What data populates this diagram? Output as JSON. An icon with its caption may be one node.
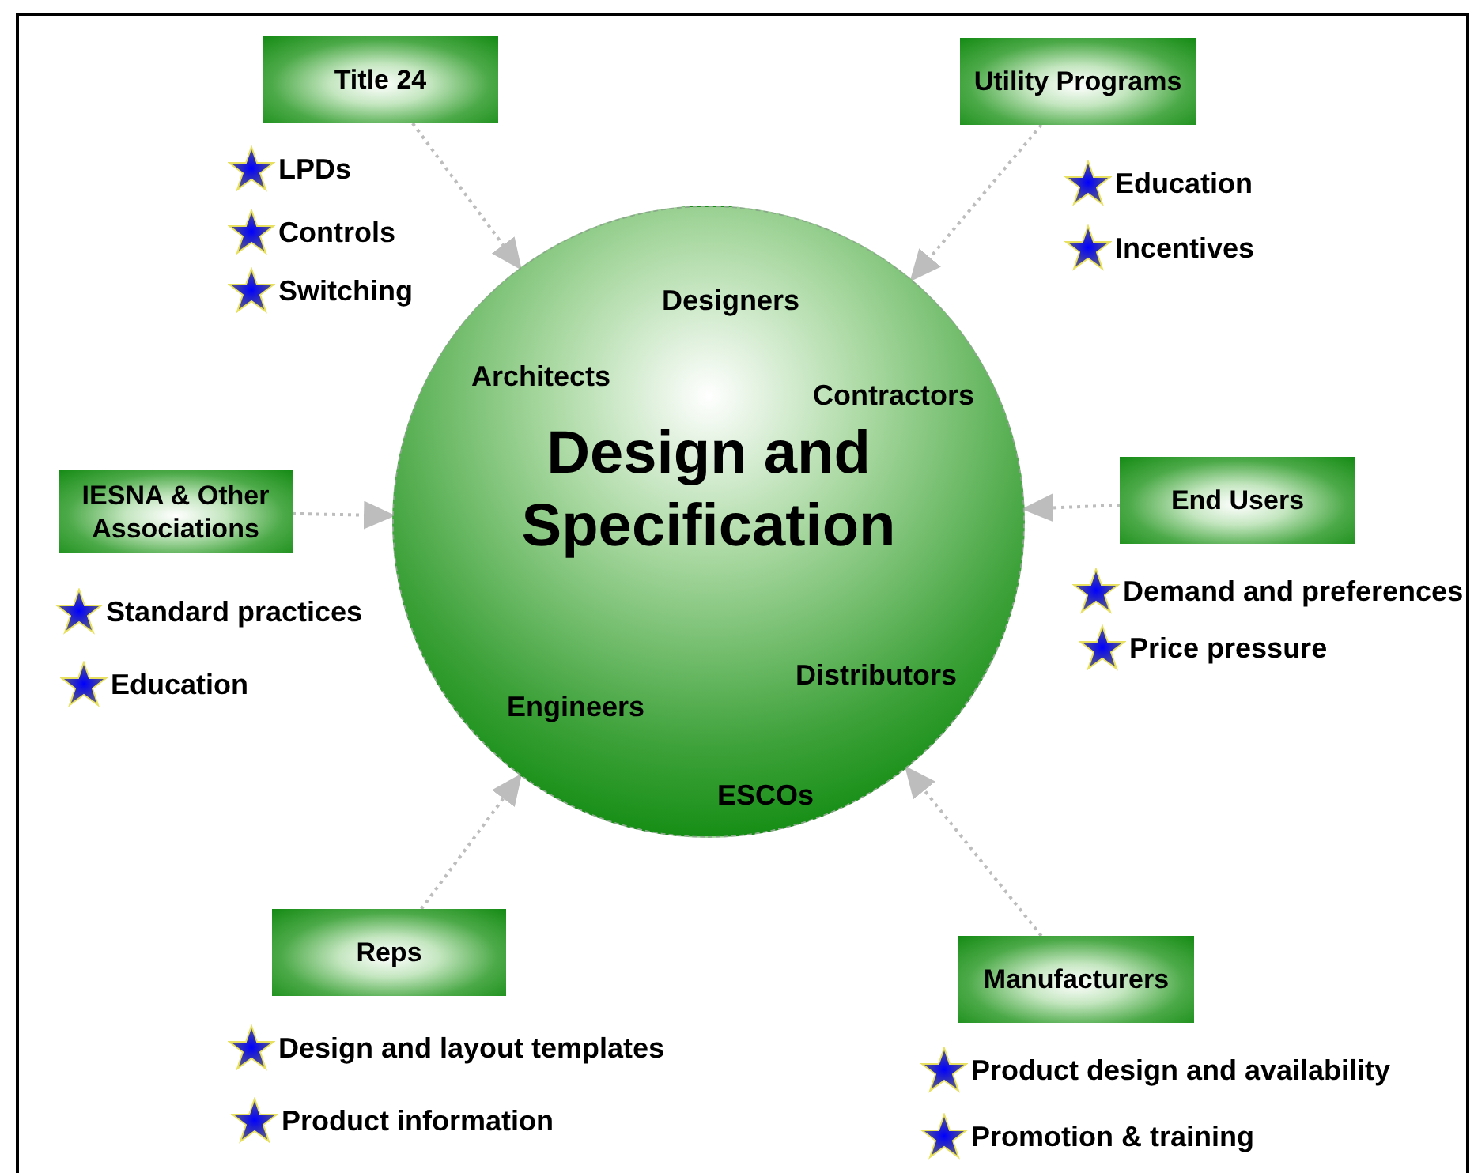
{
  "diagram": {
    "nodes": [
      {
        "text": [
          "Design and Specification"
        ]
      },
      {
        "text": [
          "Title 24"
        ]
      },
      {
        "text": [
          "Utility Programs"
        ]
      },
      {
        "text": [
          "IESNA & Other Associations"
        ]
      },
      {
        "text": [
          "End Users"
        ]
      },
      {
        "text": [
          "Reps"
        ]
      },
      {
        "text": [
          "Manufacturers"
        ]
      }
    ],
    "edges": [
      {
        "from": 1,
        "to": 0,
        "arrow": "to",
        "style": "dashed"
      },
      {
        "from": 2,
        "to": 0,
        "arrow": "to",
        "style": "dashed"
      },
      {
        "from": 3,
        "to": 0,
        "arrow": "to",
        "style": "dashed"
      },
      {
        "from": 4,
        "to": 0,
        "arrow": "to",
        "style": "dashed"
      },
      {
        "from": 5,
        "to": 0,
        "arrow": "to",
        "style": "dashed"
      },
      {
        "from": 6,
        "to": 0,
        "arrow": "to",
        "style": "dashed"
      }
    ],
    "labels": [
      "LPDs",
      "Controls",
      "Switching",
      "Education",
      "Incentives",
      "Designers",
      "Architects",
      "Contractors",
      "Standard practices",
      "Education",
      "Demand and preferences",
      "Price pressure",
      "Distributors",
      "Engineers",
      "ESCOs",
      "Design and layout templates",
      "Product information",
      "Product design and availability",
      "Promotion & training"
    ]
  }
}
